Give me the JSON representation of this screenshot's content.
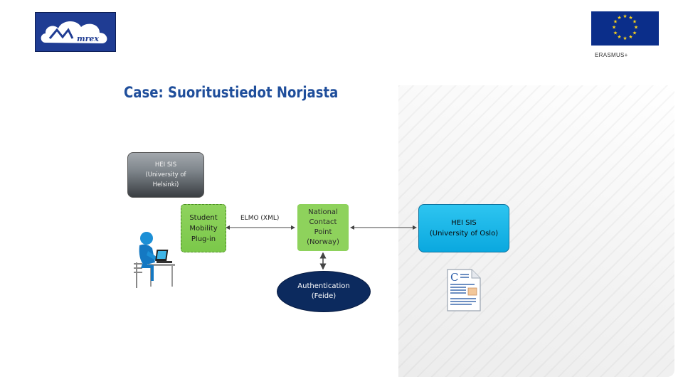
{
  "header": {
    "erasmus_label": "ERASMUS+"
  },
  "title": "Case: Suoritustiedot Norjasta",
  "diagram": {
    "hei_helsinki": {
      "line1": "HEI SIS",
      "line2": "(University of",
      "line3": "Helsinki)"
    },
    "plugin": {
      "line1": "Student",
      "line2": "Mobility",
      "line3": "Plug-in"
    },
    "elmo_label": "ELMO (XML)",
    "ncp": {
      "line1": "National",
      "line2": "Contact",
      "line3": "Point",
      "line4": "(Norway)"
    },
    "hei_oslo": {
      "line1": "HEI SIS",
      "line2": "(University of Oslo)"
    },
    "auth": {
      "line1": "Authentication",
      "line2": "(Feide)"
    }
  },
  "colors": {
    "title": "#1f4e9b",
    "plugin_green": "#7bc84a",
    "ncp_green": "#8ed25c",
    "oslo_blue": "#0aa8df",
    "auth_navy": "#0c2a5e",
    "helsinki_grey": "#6f767c"
  },
  "icons": {
    "left_logo": "emrex-cloud-logo",
    "right_logo": "eu-flag",
    "person": "person-at-laptop-icon",
    "document": "document-icon"
  }
}
